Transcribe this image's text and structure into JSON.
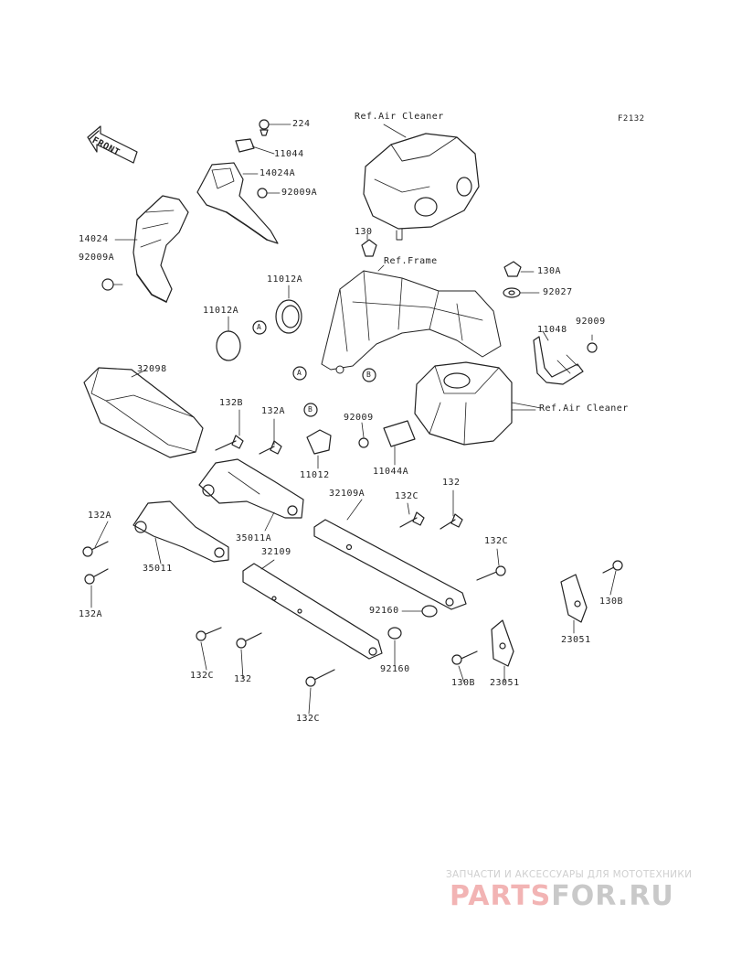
{
  "figure_code": "F2132",
  "front_label": "FRONT",
  "refs": {
    "air_cleaner_top": "Ref.Air Cleaner",
    "frame": "Ref.Frame",
    "air_cleaner_right": "Ref.Air Cleaner"
  },
  "markers": {
    "a": "A",
    "b": "B"
  },
  "parts": {
    "p224": "224",
    "p11044": "11044",
    "p14024A": "14024A",
    "p92009A_top": "92009A",
    "p14024": "14024",
    "p92009A_left": "92009A",
    "p130": "130",
    "p130A": "130A",
    "p92027": "92027",
    "p11048": "11048",
    "p92009_right": "92009",
    "p11012A_top": "11012A",
    "p11012A_left": "11012A",
    "p32098": "32098",
    "p132B": "132B",
    "p132A_top": "132A",
    "p92009_mid": "92009",
    "p11012": "11012",
    "p11044A": "11044A",
    "p32109A": "32109A",
    "p132C_top": "132C",
    "p132": "132",
    "p132A_left": "132A",
    "p35011A": "35011A",
    "p32109": "32109",
    "p132C_right": "132C",
    "p35011": "35011",
    "p132A_bottom": "132A",
    "p92160_right": "92160",
    "p130B_right": "130B",
    "p23051_right": "23051",
    "p132C_bottom_left": "132C",
    "p132_bottom": "132",
    "p92160_bottom": "92160",
    "p130B_bottom": "130B",
    "p23051_bottom": "23051",
    "p132C_lowest": "132C"
  },
  "watermark": {
    "tagline": "ЗАПЧАСТИ И АКСЕССУАРЫ ДЛЯ МОТОТЕХНИКИ",
    "brand_left": "PARTS",
    "brand_right": "FOR.RU",
    "color_left": "#f2b4b4",
    "color_right": "#c9c9c9"
  }
}
